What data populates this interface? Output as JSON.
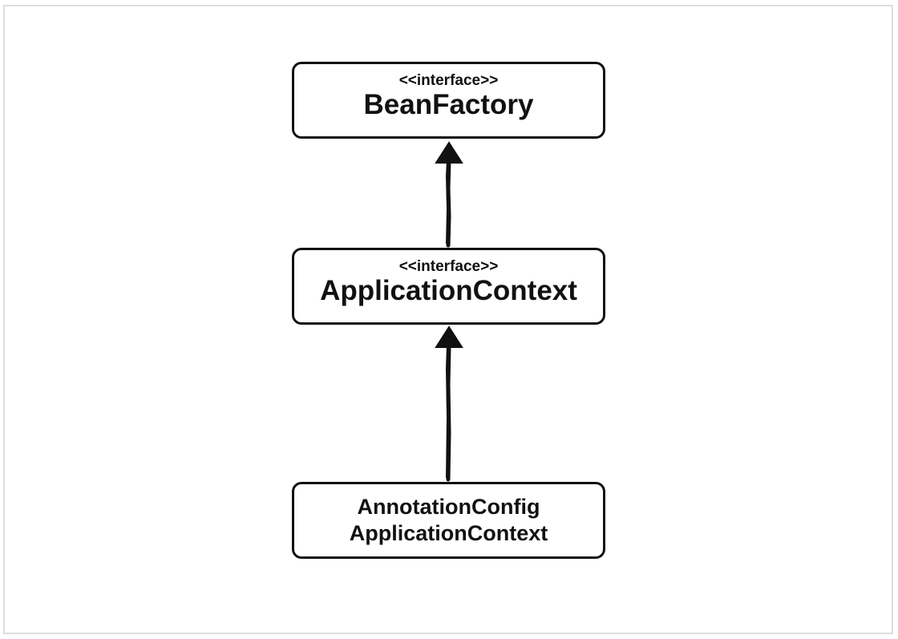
{
  "diagram": {
    "nodes": [
      {
        "id": "bean-factory",
        "stereotype": "<<interface>>",
        "name": "BeanFactory"
      },
      {
        "id": "application-context",
        "stereotype": "<<interface>>",
        "name": "ApplicationContext"
      },
      {
        "id": "annotation-config-application-context",
        "name_line1": "AnnotationConfig",
        "name_line2": "ApplicationContext"
      }
    ],
    "edges": [
      {
        "from": "application-context",
        "to": "bean-factory",
        "type": "generalization"
      },
      {
        "from": "annotation-config-application-context",
        "to": "application-context",
        "type": "generalization"
      }
    ],
    "colors": {
      "stroke": "#111111",
      "background": "#ffffff",
      "frame": "#dddddd"
    }
  }
}
